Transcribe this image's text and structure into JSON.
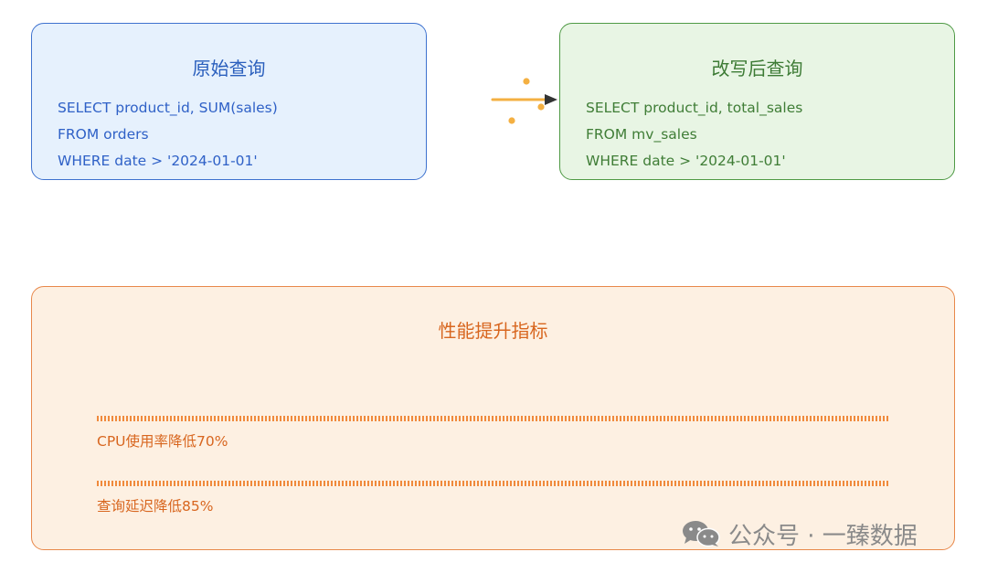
{
  "original_query": {
    "title": "原始查询",
    "lines": [
      "SELECT product_id, SUM(sales)",
      "FROM orders",
      "WHERE date > '2024-01-01'"
    ]
  },
  "rewritten_query": {
    "title": "改写后查询",
    "lines": [
      "SELECT product_id, total_sales",
      "FROM mv_sales",
      "WHERE date > '2024-01-01'"
    ]
  },
  "metrics": {
    "title": "性能提升指标",
    "items": [
      {
        "label": "CPU使用率降低70%",
        "value": 70
      },
      {
        "label": "查询延迟降低85%",
        "value": 85
      }
    ]
  },
  "watermark": {
    "text": "公众号 · 一臻数据",
    "icon": "wechat-icon"
  },
  "colors": {
    "original_border": "#3e72cf",
    "original_fill": "#e6f1fd",
    "rewritten_border": "#4f9a45",
    "rewritten_fill": "#e8f5e4",
    "metrics_border": "#e8884a",
    "metrics_fill": "#fdf0e2",
    "arrow": "#f4b042"
  }
}
